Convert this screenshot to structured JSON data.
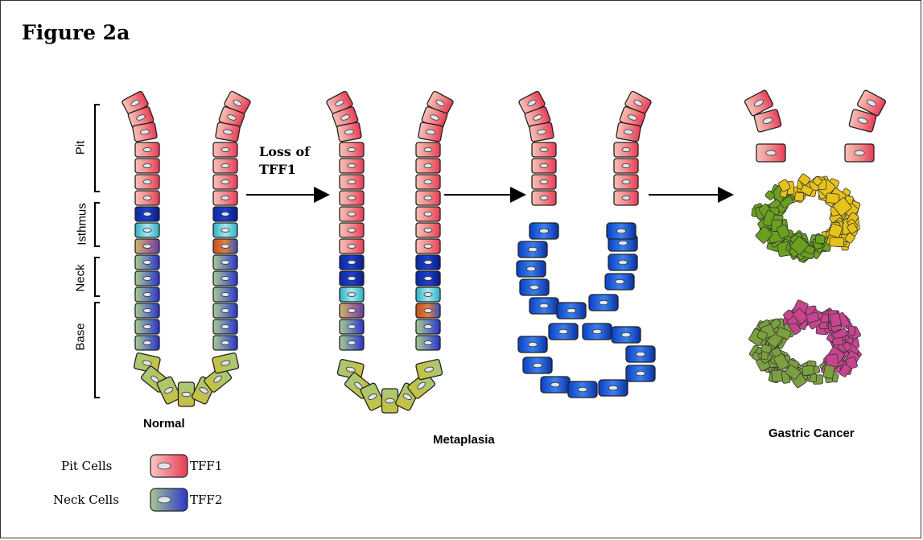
{
  "figure": {
    "title": "Figure 2a"
  },
  "zones": {
    "pit": "Pit",
    "isthmus": "Isthmus",
    "neck": "Neck",
    "base": "Base"
  },
  "arrow_label": {
    "line1": "Loss of",
    "line2": "TFF1"
  },
  "stages": {
    "normal": "Normal",
    "metaplasia": "Metaplasia",
    "cancer": "Gastric Cancer"
  },
  "legend": [
    {
      "label": "Pit Cells",
      "marker": "TFF1",
      "color": "#e94a5e"
    },
    {
      "label": "Neck Cells",
      "marker": "TFF2",
      "color": "#2a36c8"
    }
  ],
  "colors": {
    "pit": "#e94a5e",
    "neck_blue": "#2a36c8",
    "isthmus_cyan": "#3bb8c8",
    "base_green": "#9cbf6a",
    "metaplasia_blue": "#1e4fc8",
    "cancer_green_yellow": "#b8b820",
    "cancer_green_pink": "#c04aa0"
  }
}
